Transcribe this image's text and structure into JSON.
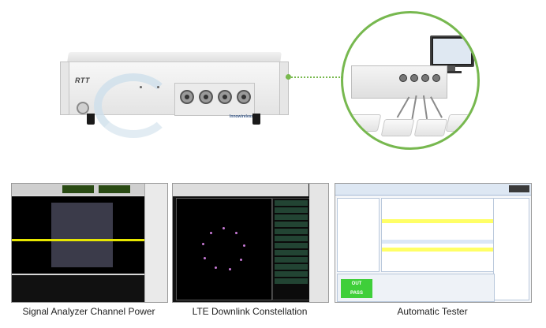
{
  "device": {
    "model_label": "RTT",
    "brand_label": "Innowireless"
  },
  "screenshots": [
    {
      "caption": "Signal Analyzer Channel Power"
    },
    {
      "caption": "LTE Downlink Constellation"
    },
    {
      "caption": "Automatic Tester",
      "pass_banner": {
        "line1": "OUT",
        "line2": "PASS"
      }
    }
  ],
  "colors": {
    "accent_green": "#77b84f",
    "trace_yellow": "#e6e600",
    "pass_green": "#3fcf3a"
  }
}
